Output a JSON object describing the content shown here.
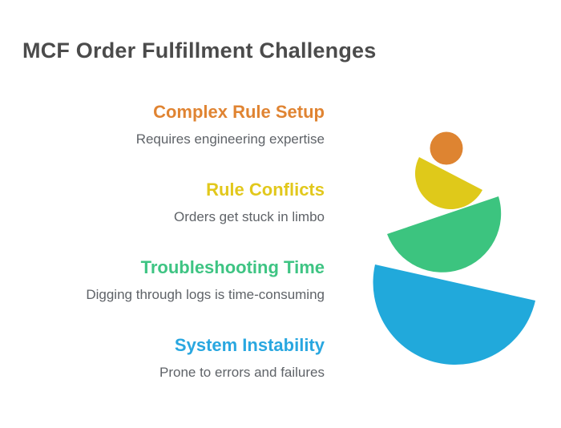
{
  "page": {
    "title": "MCF Order Fulfillment Challenges",
    "title_color": "#4B4B4B",
    "background_color": "#ffffff",
    "description_color": "#5F6368"
  },
  "challenges": [
    {
      "label": "Complex Rule Setup",
      "description": "Requires engineering expertise",
      "color": "#E08432"
    },
    {
      "label": "Rule Conflicts",
      "description": "Orders get stuck in limbo",
      "color": "#E2C81C"
    },
    {
      "label": "Troubleshooting Time",
      "description": "Digging through logs is time-consuming",
      "color": "#3EC483"
    },
    {
      "label": "System Instability",
      "description": "Prone to errors and failures",
      "color": "#29A7E0"
    }
  ],
  "illustration": {
    "name": "balancing-semicircle-stack",
    "shapes": [
      {
        "name": "orange-circle",
        "color": "#DE8431"
      },
      {
        "name": "yellow-semicircle",
        "color": "#DFC91A"
      },
      {
        "name": "green-semicircle",
        "color": "#3CC47F"
      },
      {
        "name": "blue-semicircle",
        "color": "#21A9DB"
      }
    ]
  }
}
